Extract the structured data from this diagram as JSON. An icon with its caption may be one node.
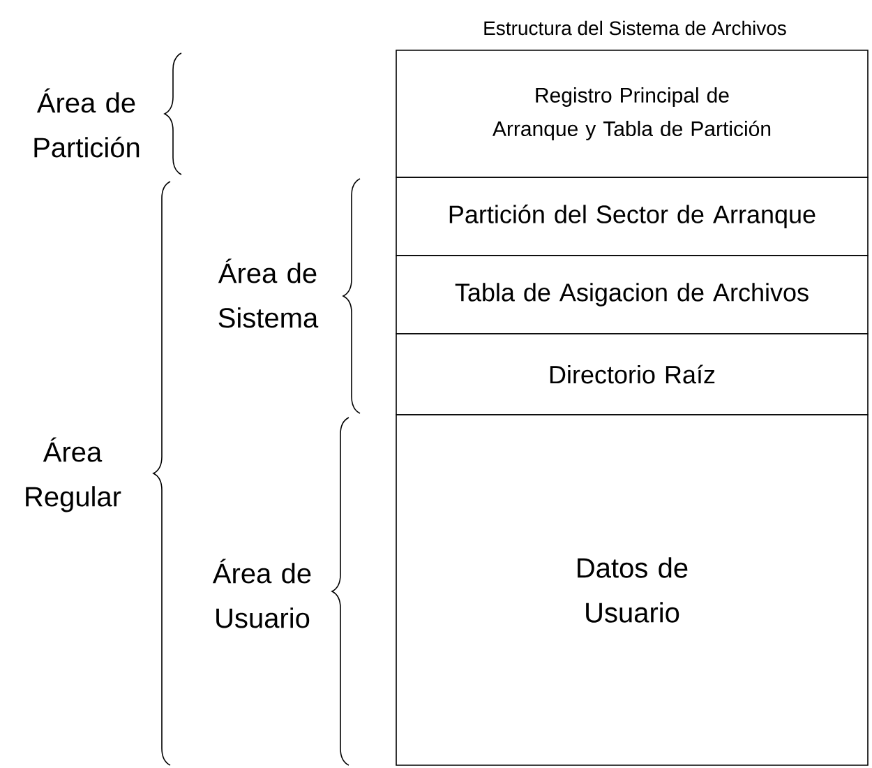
{
  "diagram": {
    "title": "Estructura del Sistema de Archivos",
    "nodes": [
      {
        "text": [
          "Registro Principal de Arranque y Tabla de Partición"
        ]
      },
      {
        "text": [
          "Partición del Sector de Arranque"
        ]
      },
      {
        "text": [
          "Tabla de Asigacion de Archivos"
        ]
      },
      {
        "text": [
          "Directorio Raíz"
        ]
      },
      {
        "text": [
          "Datos de Usuario"
        ]
      }
    ],
    "labels": [
      "Área de Partición",
      "Área de Sistema",
      "Área Regular",
      "Área de Usuario"
    ]
  }
}
